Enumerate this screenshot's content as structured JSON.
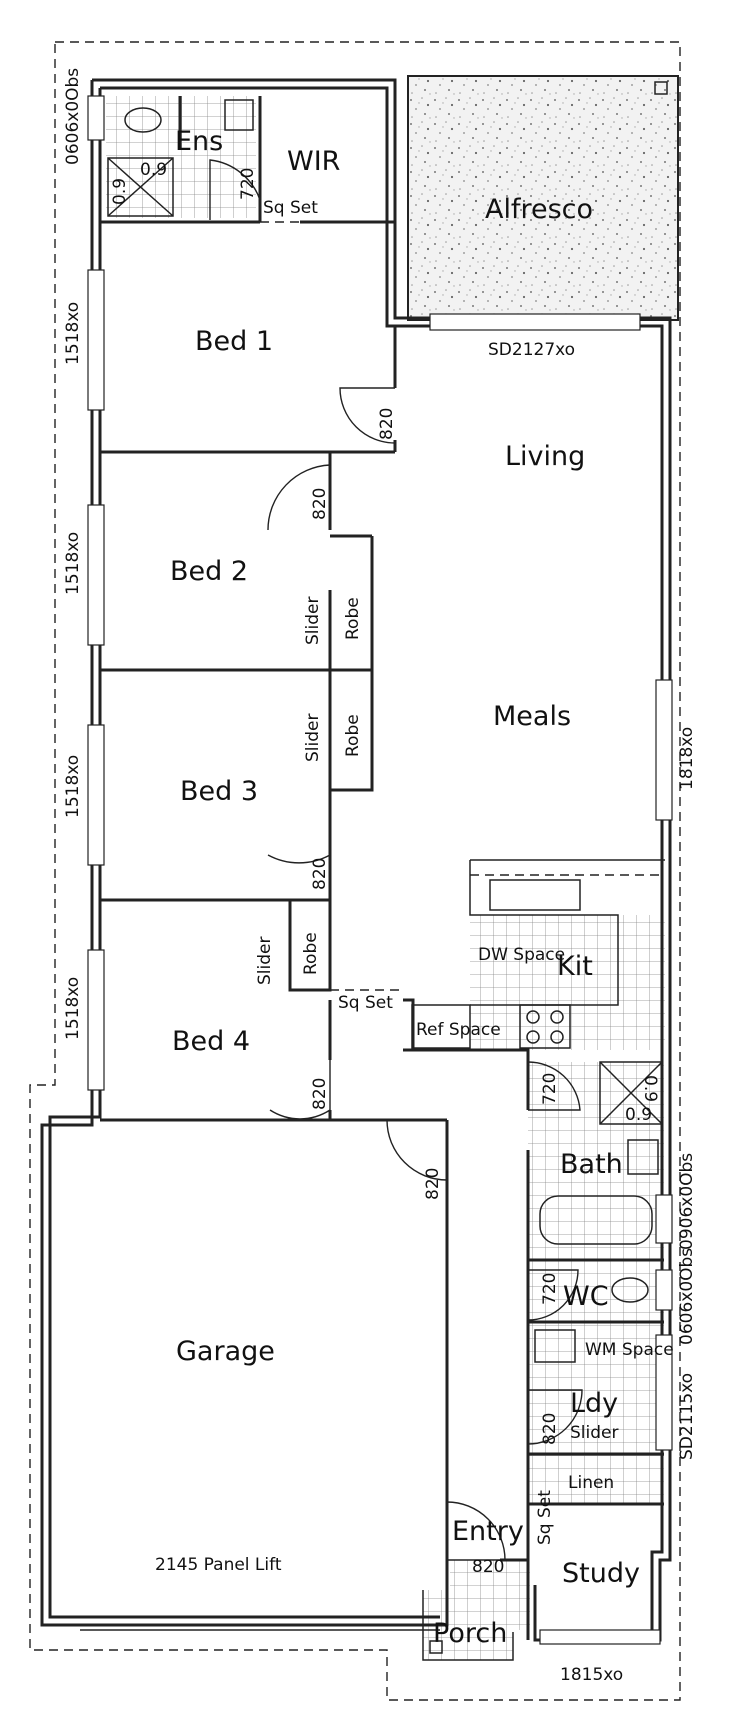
{
  "rooms": {
    "ensuite": "Ens",
    "wir": "WIR",
    "alfresco": "Alfresco",
    "bed1": "Bed 1",
    "living": "Living",
    "bed2": "Bed 2",
    "meals": "Meals",
    "bed3": "Bed 3",
    "bed4": "Bed 4",
    "kitchen": "Kit",
    "bath": "Bath",
    "wc": "WC",
    "garage": "Garage",
    "laundry": "Ldy",
    "linen": "Linen",
    "entry": "Entry",
    "study": "Study",
    "porch": "Porch"
  },
  "labels": {
    "sq_set_wir": "Sq Set",
    "sq_set_bed4": "Sq Set",
    "sq_set_entry": "Sq Set",
    "shower_ens": "0.9",
    "shower_ens_b": "0.9",
    "shower_bath": "0.9",
    "shower_bath_b": "0.9",
    "slider_bed2": "Slider",
    "robe_bed2": "Robe",
    "slider_bed3": "Slider",
    "robe_bed3": "Robe",
    "slider_bed4": "Slider",
    "robe_bed4": "Robe",
    "slider_ldy": "Slider",
    "dw_space": "DW Space",
    "ref_space": "Ref Space",
    "wm_space": "WM Space",
    "garage_door": "2145 Panel Lift"
  },
  "doors": {
    "ens": "720",
    "bed1": "820",
    "bed2": "820",
    "bed3": "820",
    "bed4": "820",
    "garage": "820",
    "bath": "720",
    "wc": "720",
    "ldy": "820",
    "entry": "820"
  },
  "windows": {
    "ens": "0606x0Obs",
    "bed1": "1518xo",
    "bed2": "1518xo",
    "bed3": "1518xo",
    "bed4": "1518xo",
    "living_slider": "SD2127xo",
    "meals": "1818xo",
    "bath": "0906x0Obs",
    "wc": "0606x0Obs",
    "ldy_slider": "SD2115xo",
    "study": "1815xo"
  }
}
